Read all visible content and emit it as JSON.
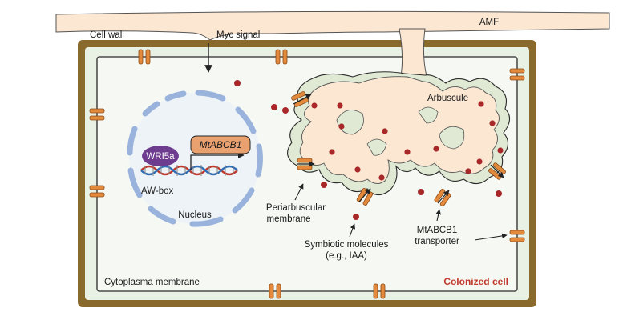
{
  "labels": {
    "amf": "AMF",
    "cell_wall": "Cell wall",
    "myc_signal": "Myc signal",
    "arbuscule": "Arbuscule",
    "wri5a": "WRI5a",
    "mtabcb1_gene": "MtABCB1",
    "aw_box": "AW-box",
    "nucleus": "Nucleus",
    "periarbuscular_line1": "Periarbuscular",
    "periarbuscular_line2": "membrane",
    "symbiotic_line1": "Symbiotic molecules",
    "symbiotic_line2": "(e.g., IAA)",
    "transporter_line1": "MtABCB1",
    "transporter_line2": "transporter",
    "cytoplasma_membrane": "Cytoplasma membrane",
    "colonized_cell": "Colonized cell"
  },
  "colors": {
    "cell_wall": "#8a6a2c",
    "cytoplasm": "#e9f0e4",
    "hypha": "#fbe7d2",
    "transporter": "#e38a3c",
    "molecule": "#a8282a",
    "nucleus_envelope": "#9ab3dc",
    "wri5a": "#6d3c8f",
    "gene_box": "#eaa170",
    "dna_red": "#c0392b",
    "dna_blue": "#2e6eb5"
  }
}
